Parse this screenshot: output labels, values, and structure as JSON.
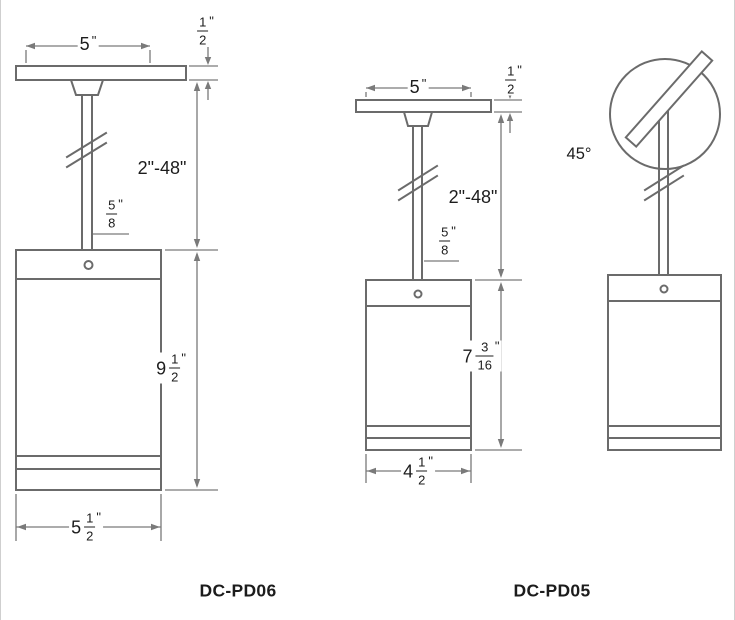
{
  "drawing": {
    "line_color": "#6b6b6b",
    "dim_color": "#7a7a7a",
    "text_color": "#1c1c1c"
  },
  "pd06": {
    "model": "DC-PD06",
    "canopy_width": {
      "value": "5",
      "unit": "\""
    },
    "canopy_height": {
      "num": "1",
      "den": "2",
      "unit": "\""
    },
    "stem_length": "2\"-48\"",
    "stem_diameter": {
      "num": "5",
      "den": "8",
      "unit": "\""
    },
    "body_height": {
      "whole": "9",
      "num": "1",
      "den": "2",
      "unit": "\""
    },
    "body_width": {
      "whole": "5",
      "num": "1",
      "den": "2",
      "unit": "\""
    }
  },
  "pd05": {
    "model": "DC-PD05",
    "canopy_width": {
      "value": "5",
      "unit": "\""
    },
    "canopy_height": {
      "num": "1",
      "den": "2",
      "unit": "\""
    },
    "stem_length": "2\"-48\"",
    "stem_diameter": {
      "num": "5",
      "den": "8",
      "unit": "\""
    },
    "body_height": {
      "whole": "7",
      "num": "3",
      "den": "16",
      "unit": "\""
    },
    "body_width": {
      "whole": "4",
      "num": "1",
      "den": "2",
      "unit": "\""
    },
    "mount_angle": "45°"
  }
}
